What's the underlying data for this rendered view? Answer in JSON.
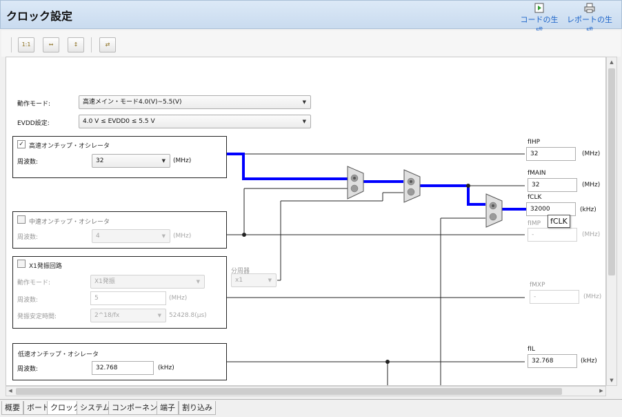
{
  "header": {
    "title": "クロック設定",
    "generate_code": "コードの生成",
    "generate_report": "レポートの生成"
  },
  "toolbar": {
    "buttons": [
      "1:1",
      "↔",
      "↕",
      "⇄"
    ]
  },
  "settings": {
    "operation_mode_label": "動作モード:",
    "operation_mode_value": "高速メイン・モード4.0(V)~5.5(V)",
    "evdd_label": "EVDD設定:",
    "evdd_value": "4.0 V ≤ EVDD0 ≤ 5.5 V"
  },
  "hoco": {
    "checked": true,
    "title": "高速オンチップ・オシレータ",
    "freq_label": "周波数:",
    "freq_value": "32",
    "unit": "(MHz)"
  },
  "moco": {
    "checked": false,
    "title": "中速オンチップ・オシレータ",
    "freq_label": "周波数:",
    "freq_value": "4",
    "unit": "(MHz)"
  },
  "x1": {
    "checked": false,
    "title": "X1発振回路",
    "mode_label": "動作モード:",
    "mode_value": "X1発振",
    "freq_label": "周波数:",
    "freq_value": "5",
    "freq_unit": "(MHz)",
    "stab_label": "発振安定時間:",
    "stab_value": "2^18/fx",
    "stab_time": "52428.8(µs)",
    "divider_label": "分周器",
    "divider_value": "x1"
  },
  "loco": {
    "title": "低速オンチップ・オシレータ",
    "freq_label": "周波数:",
    "freq_value": "32.768",
    "unit": "(kHz)"
  },
  "outputs": {
    "fihp": {
      "label": "fIHP",
      "value": "32",
      "unit": "(MHz)"
    },
    "fmain": {
      "label": "fMAIN",
      "value": "32",
      "unit": "(MHz)"
    },
    "fclk": {
      "label": "fCLK",
      "value": "32000",
      "unit": "(kHz)"
    },
    "fimp": {
      "label": "fIMP",
      "value": "-",
      "unit": "(MHz)"
    },
    "fmxp": {
      "label": "fMXP",
      "value": "-",
      "unit": "(MHz)"
    },
    "fil": {
      "label": "fIL",
      "value": "32.768",
      "unit": "(kHz)"
    }
  },
  "tooltip": "fCLK",
  "tabs": [
    "概要",
    "ボード",
    "クロック",
    "システム",
    "コンポーネント",
    "端子",
    "割り込み"
  ],
  "active_tab": "クロック",
  "colors": {
    "active_path": "#0000ff",
    "header_bg": "#c9dbef",
    "link": "#1a62c8"
  }
}
